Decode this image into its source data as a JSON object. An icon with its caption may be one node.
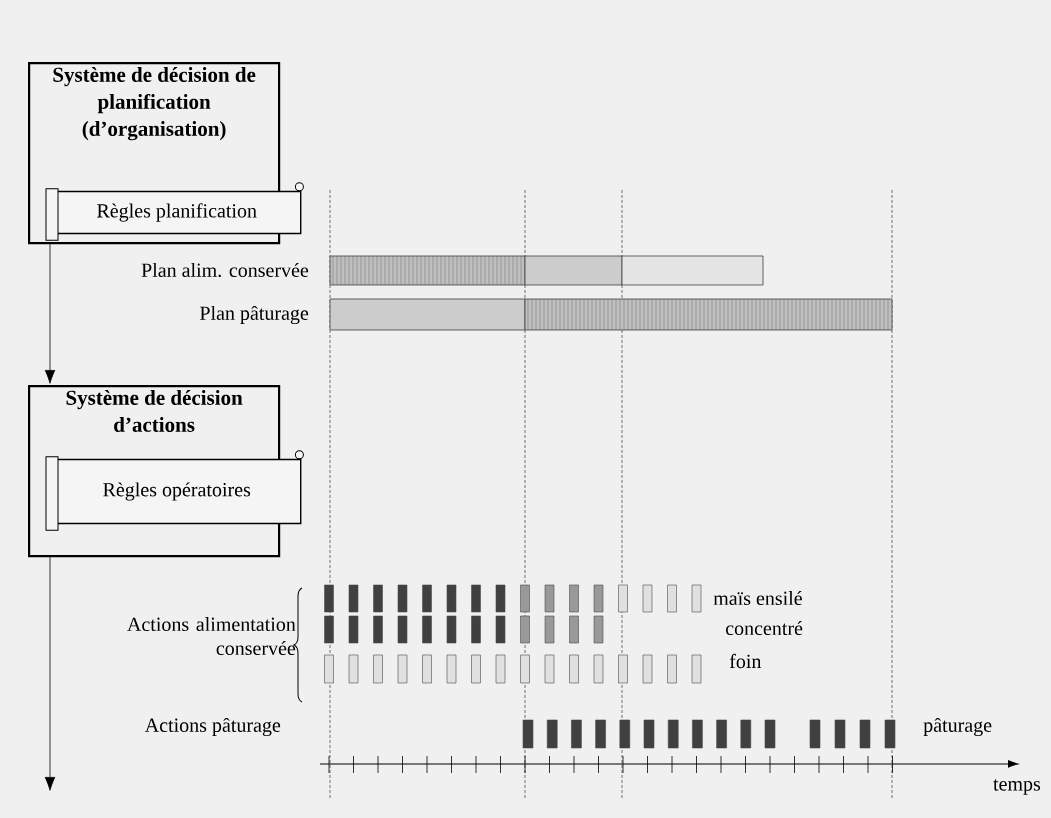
{
  "diagram": {
    "nodes": [
      {
        "text": [
          "Système de décision de planification (d’organisation)"
        ]
      },
      {
        "text": [
          "Règles planification"
        ],
        "in": 0
      },
      {
        "text": [
          "Système de décision d’actions"
        ]
      },
      {
        "text": [
          "Règles opératoires"
        ],
        "in": 2
      }
    ],
    "edges": [
      {
        "from": 0,
        "to": 2,
        "arrow": "to"
      },
      {
        "from": 2,
        "to": null,
        "arrow": "to"
      }
    ],
    "labels": [
      "Plan alim. conservée",
      "Plan pâturage",
      "Actions alimentation conservée",
      "maïs ensilé",
      "concentré",
      "foin",
      "Actions pâturage",
      "pâturage",
      "temps"
    ]
  }
}
